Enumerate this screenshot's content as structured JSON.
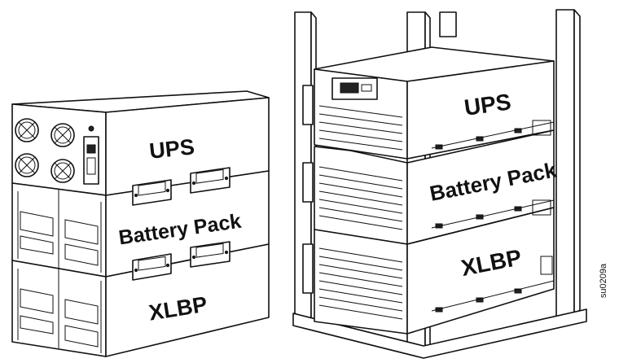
{
  "left_stack": {
    "ups_label": "UPS",
    "battery_label": "Battery Pack",
    "xlbp_label": "XLBP"
  },
  "right_rack": {
    "ups_label": "UPS",
    "battery_label": "Battery Pack",
    "xlbp_label": "XLBP"
  },
  "figure_code": "su0209a"
}
